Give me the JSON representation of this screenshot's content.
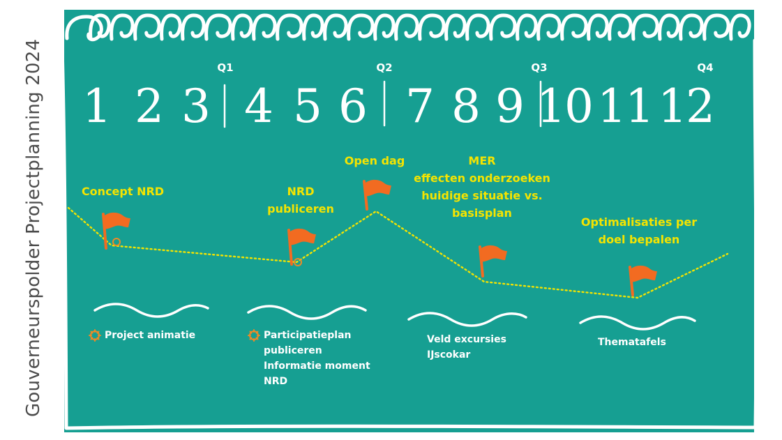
{
  "side_title": "Gouverneurspolder Projectplanning 2024",
  "months": [
    "1",
    "2",
    "3",
    "4",
    "5",
    "6",
    "7",
    "8",
    "9",
    "10",
    "11",
    "12"
  ],
  "quarters": [
    "Q1",
    "Q2",
    "Q3",
    "Q4"
  ],
  "milestones": [
    {
      "label": "Concept NRD"
    },
    {
      "label": "NRD\npubliceren"
    },
    {
      "label": "Open dag"
    },
    {
      "label": "MER\neffecten onderzoeken\nhuidige situatie vs.\nbasisplan"
    },
    {
      "label": "Optimalisaties per\ndoel bepalen"
    }
  ],
  "activities": [
    {
      "lines": [
        "Project animatie"
      ],
      "icon": "gear-icon"
    },
    {
      "lines": [
        "Participatieplan",
        "publiceren",
        "Informatie moment",
        "NRD"
      ],
      "icon": "gear-icon"
    },
    {
      "lines": [
        "Veld excursies",
        "IJscokar"
      ],
      "icon": ""
    },
    {
      "lines": [
        "Thematafels"
      ],
      "icon": ""
    }
  ],
  "colors": {
    "background": "#169f92",
    "accent_yellow": "#f5e400",
    "flag_orange": "#f26b21",
    "text_white": "#ffffff",
    "title_gray": "#4b4b4b",
    "gear_orange": "#f08a24"
  }
}
